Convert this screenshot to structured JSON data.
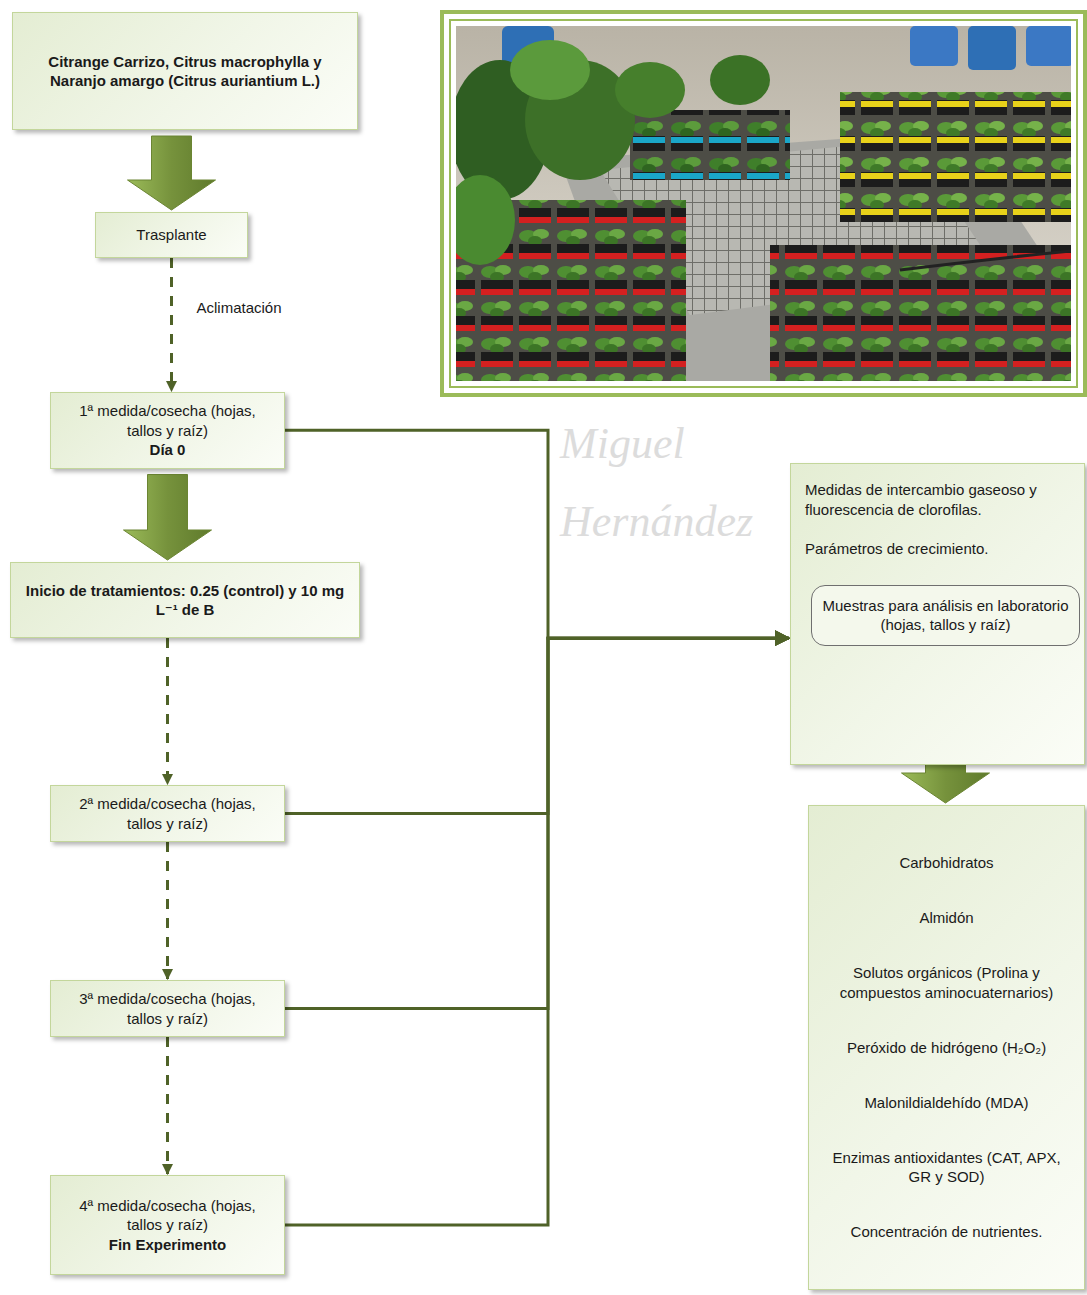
{
  "diagram": {
    "nodes": [
      {
        "text": [
          "Citrange Carrizo, Citrus macrophylla y Naranjo amargo (Citrus auriantium L.)"
        ]
      },
      {
        "text": [
          "Trasplante"
        ]
      },
      {
        "text": [
          "1ª medida/cosecha (hojas, tallos y raíz)",
          "Día 0"
        ]
      },
      {
        "text": [
          "Inicio de tratamientos: 0.25 (control) y 10 mg L⁻¹ de B"
        ]
      },
      {
        "text": [
          "2ª medida/cosecha (hojas, tallos y raíz)"
        ]
      },
      {
        "text": [
          "3ª medida/cosecha (hojas, tallos y raíz)"
        ]
      },
      {
        "text": [
          "4ª medida/cosecha (hojas, tallos y raíz)",
          "Fin Experimento"
        ]
      },
      {
        "text": [
          "Medidas de intercambio gaseoso y fluorescencia de clorofilas.",
          "Parámetros de crecimiento."
        ]
      },
      {
        "text": [
          "Muestras para análisis en laboratorio (hojas, tallos y raíz)"
        ],
        "in": 7
      },
      {
        "text": [
          "Carbohidratos",
          "Almidón",
          "Solutos orgánicos (Prolina y compuestos aminocuaternarios)",
          "Peróxido de hidrógeno (H₂O₂)",
          "Malonildialdehído (MDA)",
          "Enzimas antioxidantes (CAT, APX, GR y SOD)",
          "Concentración de nutrientes."
        ]
      }
    ],
    "edges": [
      {
        "from": 0,
        "to": 1,
        "arrow": "to"
      },
      {
        "from": 1,
        "to": 2,
        "label": "Aclimatación",
        "arrow": "to"
      },
      {
        "from": 2,
        "to": 3,
        "arrow": "to"
      },
      {
        "from": 3,
        "to": 4,
        "arrow": "to"
      },
      {
        "from": 4,
        "to": 5,
        "arrow": "to"
      },
      {
        "from": 5,
        "to": 6,
        "arrow": "to"
      },
      {
        "from": 2,
        "to": 7,
        "arrow": "to"
      },
      {
        "from": 4,
        "to": 7,
        "arrow": "to"
      },
      {
        "from": 5,
        "to": 7,
        "arrow": "to"
      },
      {
        "from": 6,
        "to": 7,
        "arrow": "to"
      },
      {
        "from": 8,
        "to": 9,
        "arrow": "to"
      }
    ],
    "labels": [
      "Miguel",
      "Hernández"
    ]
  }
}
